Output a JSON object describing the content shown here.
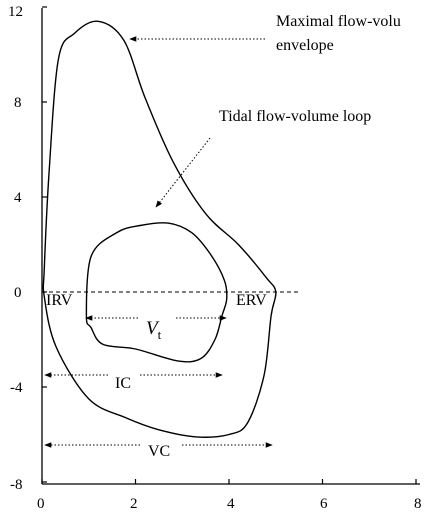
{
  "figure": {
    "y_ticks": [
      "12",
      "8",
      "4",
      "0",
      "-4",
      "-8"
    ],
    "x_ticks": [
      "0",
      "2",
      "4",
      "6",
      "8"
    ],
    "annotations": {
      "maximal_line1": "Maximal flow-volu",
      "maximal_line2": "envelope",
      "tidal": "Tidal flow-volume loop",
      "irv": "IRV",
      "erv": "ERV",
      "vt_main": "V",
      "vt_sub": "t",
      "ic": "IC",
      "vc": "VC"
    }
  },
  "chart_data": {
    "type": "line",
    "x_range": [
      0,
      8
    ],
    "y_range": [
      -8,
      12
    ],
    "x_ticks": [
      0,
      2,
      4,
      6,
      8
    ],
    "y_ticks": [
      -8,
      -4,
      0,
      4,
      8,
      12
    ],
    "grid": false,
    "series": [
      {
        "role": "maximal flow-volume envelope",
        "closed": true,
        "points": [
          [
            0.05,
            1.0
          ],
          [
            0.15,
            5.0
          ],
          [
            0.35,
            9.8
          ],
          [
            0.7,
            10.9
          ],
          [
            1.2,
            11.4
          ],
          [
            1.75,
            10.6
          ],
          [
            2.2,
            8.2
          ],
          [
            2.8,
            5.5
          ],
          [
            3.5,
            3.3
          ],
          [
            4.2,
            2.0
          ],
          [
            4.8,
            0.6
          ],
          [
            5.0,
            0.0
          ],
          [
            4.9,
            -1.0
          ],
          [
            4.75,
            -3.5
          ],
          [
            4.4,
            -5.5
          ],
          [
            4.0,
            -6.0
          ],
          [
            3.3,
            -6.1
          ],
          [
            2.5,
            -5.8
          ],
          [
            1.8,
            -5.3
          ],
          [
            1.0,
            -4.5
          ],
          [
            0.3,
            -2.3
          ],
          [
            0.05,
            -0.2
          ]
        ]
      },
      {
        "role": "tidal flow-volume loop",
        "closed": true,
        "points": [
          [
            0.95,
            -1.0
          ],
          [
            1.05,
            1.5
          ],
          [
            1.6,
            2.5
          ],
          [
            2.1,
            2.8
          ],
          [
            2.7,
            2.9
          ],
          [
            3.2,
            2.5
          ],
          [
            3.6,
            1.6
          ],
          [
            3.9,
            0.5
          ],
          [
            3.95,
            -0.3
          ],
          [
            3.85,
            -1.0
          ],
          [
            3.7,
            -2.0
          ],
          [
            3.4,
            -2.8
          ],
          [
            2.9,
            -2.9
          ],
          [
            2.0,
            -2.4
          ],
          [
            1.3,
            -2.2
          ],
          [
            1.05,
            -1.5
          ]
        ]
      }
    ],
    "reference_line": {
      "y": 0,
      "style": "dashed"
    },
    "arrow_spans": [
      {
        "label": "Vt",
        "from": 1.0,
        "to": 3.9,
        "y": -1.1
      },
      {
        "label": "IC",
        "from": 0.05,
        "to": 3.9,
        "y": -3.4
      },
      {
        "label": "VC",
        "from": 0.05,
        "to": 5.0,
        "y": -6.4
      }
    ]
  }
}
